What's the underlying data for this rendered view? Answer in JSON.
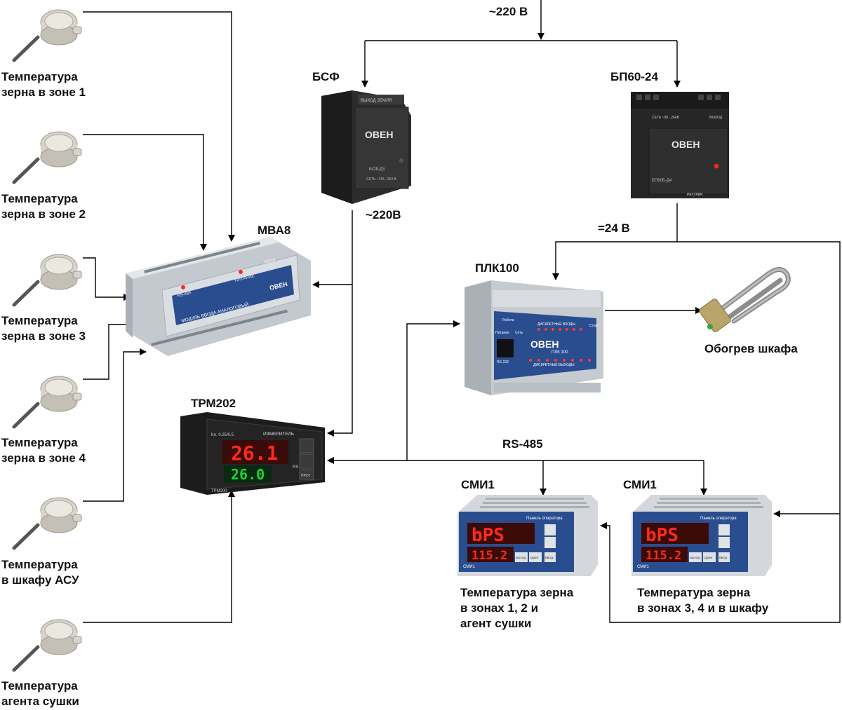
{
  "power": {
    "mains": "~220 В",
    "bsf_out": "~220В",
    "bp_out": "=24 В"
  },
  "devices": {
    "bsf": {
      "label": "БСФ",
      "logo": "ОВЕН",
      "caption": "БСФ-Д3",
      "top_text": "ВЫХОД  ЗЕМЛЯ",
      "net_text": "СЕТЬ ~115...264 В"
    },
    "bp": {
      "label": "БП60-24",
      "logo": "ОВЕН",
      "caption": "БП60Б-Д4",
      "top_text": "СЕТЬ ~90...264В",
      "out_text": "ВЫХОД",
      "reg_text": "РЕГУЛИР."
    },
    "mva": {
      "label": "МВА8",
      "logo": "ОВЕН",
      "caption": "МОДУЛЬ ВВОДА АНАЛОГОВЫЙ",
      "led1": "RS-485",
      "led2": "ПИТАНИЕ",
      "model": "МВА8"
    },
    "plc": {
      "label": "ПЛК100",
      "logo": "ОВЕН",
      "model": "ПЛК 100",
      "inputs": "ДИСКРЕТНЫЕ ВХОДЫ",
      "outputs": "ДИСКРЕТНЫЕ ВЫХОДЫ",
      "rs": "RS-232",
      "run": "Работа",
      "pwr": "Питание",
      "net": "Сеть",
      "start": "Старт"
    },
    "trm": {
      "label": "ТРМ202",
      "top_value": "26.1",
      "bottom_value": "26.0",
      "model": "ТРМ200",
      "title": "ИЗМЕРИТЕЛЬ",
      "class": "Кл. 0.25/0.5",
      "rs": "RS",
      "prog": "ПРОГ"
    },
    "smi1": {
      "label": "СМИ1",
      "top_value": "bPS",
      "bottom_value": "115.2",
      "title": "Панель оператора",
      "model": "СМИ1",
      "btn1": "ВЫХОД",
      "btn2": "СДВИГ",
      "btn3": "ВВОД",
      "caption": [
        "Температура зерна",
        "в зонах 1, 2 и",
        "агент сушки"
      ]
    },
    "smi2": {
      "label": "СМИ1",
      "top_value": "bPS",
      "bottom_value": "115.2",
      "title": "Панель оператора",
      "model": "СМИ1",
      "btn1": "ВЫХОД",
      "btn2": "СДВИГ",
      "btn3": "ВВОД",
      "caption": [
        "Температура зерна",
        "в зонах 3, 4 и в шкафу"
      ]
    },
    "heater": {
      "label": "Обогрев шкафа"
    }
  },
  "bus": {
    "label": "RS-485"
  },
  "sensors": [
    {
      "line1": "Температура",
      "line2": "зерна в зоне 1"
    },
    {
      "line1": "Температура",
      "line2": "зерна в зоне 2"
    },
    {
      "line1": "Температура",
      "line2": "зерна в зоне 3"
    },
    {
      "line1": "Температура",
      "line2": "зерна в зоне 4"
    },
    {
      "line1": "Температура",
      "line2": "в шкафу АСУ"
    },
    {
      "line1": "Температура",
      "line2": "агента сушки"
    }
  ],
  "colors": {
    "wire": "#000000",
    "led_red": "#ff2a1a",
    "led_green": "#1fd33a",
    "panel_blue": "#1f3f7a",
    "device_dark": "#2a2a2a",
    "device_gray": "#c9ced3"
  }
}
